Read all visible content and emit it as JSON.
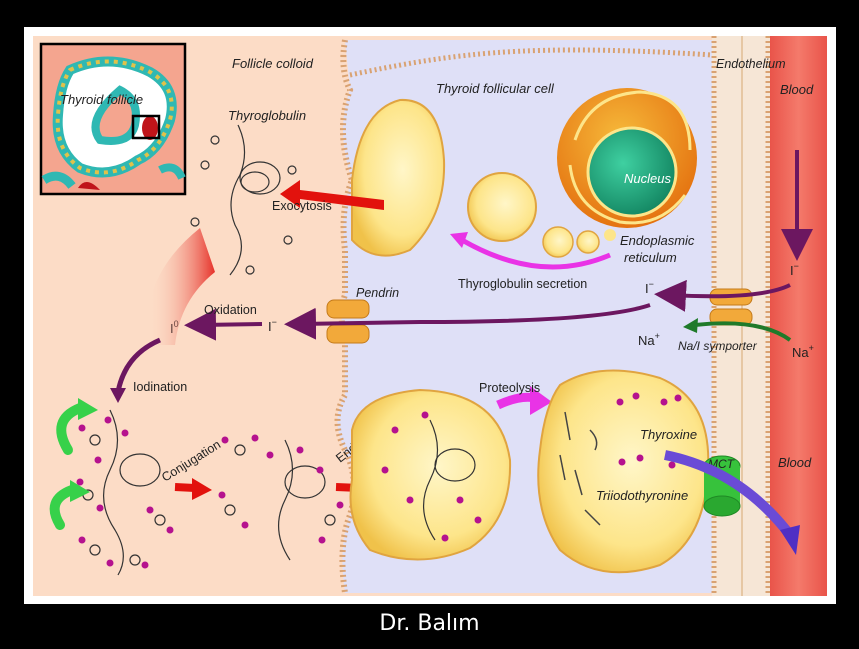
{
  "labels": {
    "thyroid_follicle": "Thyroid follicle",
    "follicle_colloid": "Follicle colloid",
    "thyroglobulin": "Thyroglobulin",
    "thyroid_follicular_cell": "Thyroid follicular cell",
    "endothelium": "Endothelium",
    "blood_top": "Blood",
    "blood_bottom": "Blood",
    "nucleus": "Nucleus",
    "endoplasmic": "Endoplasmic",
    "reticulum": "reticulum",
    "exocytosis": "Exocytosis",
    "thyroglobulin_secretion": "Thyroglobulin secretion",
    "pendrin": "Pendrin",
    "oxidation": "Oxidation",
    "i_zero_base": "I",
    "i_zero_sup": "0",
    "i_minus_oxidation": "I",
    "i_minus_oxidation_sup": "−",
    "i_minus_cell": "I",
    "i_minus_cell_sup": "−",
    "i_minus_blood": "I",
    "i_minus_blood_sup": "−",
    "na_cell": "Na",
    "na_cell_sup": "+",
    "na_blood": "Na",
    "na_blood_sup": "+",
    "na_i_symporter": "Na/I symporter",
    "iodination": "Iodination",
    "conjugation": "Conjugation",
    "endocytosis": "Endocytosis",
    "proteolysis": "Proteolysis",
    "thyroxine": "Thyroxine",
    "triiodothyronine": "Triiodothyronine",
    "mct": "MCT"
  },
  "footer": {
    "author": "Dr. Balım"
  },
  "colors": {
    "colloid": "#fcdcc6",
    "cytoplasm": "#dfe0f7",
    "blood": "#ef6b5e",
    "vesicle": "#fde58a",
    "nucleus": "#1ea07a",
    "er": "#f5a11a",
    "transporter": "#f2a93a",
    "mct": "#37c23c",
    "iodine_purple": "#7a1a66",
    "exocytosis_red": "#e2120d",
    "secretion_magenta": "#e933e6",
    "frame": "#000000"
  }
}
